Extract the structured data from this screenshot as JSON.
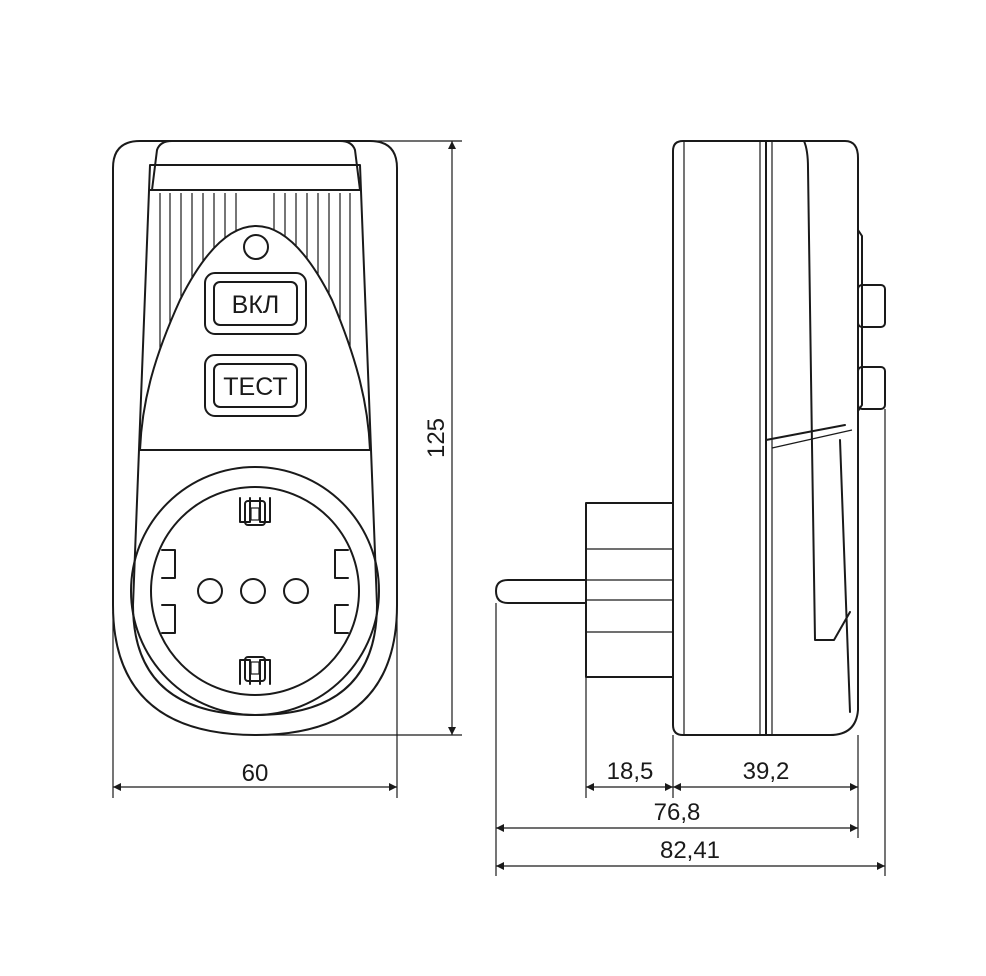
{
  "front_view": {
    "buttons": [
      {
        "label": "ВКЛ"
      },
      {
        "label": "ТЕСТ"
      }
    ]
  },
  "dimensions": {
    "width": "60",
    "height": "125",
    "plug_length": "18,5",
    "body_depth": "39,2",
    "total_depth": "76,8",
    "total_depth_with_buttons": "82,41"
  }
}
